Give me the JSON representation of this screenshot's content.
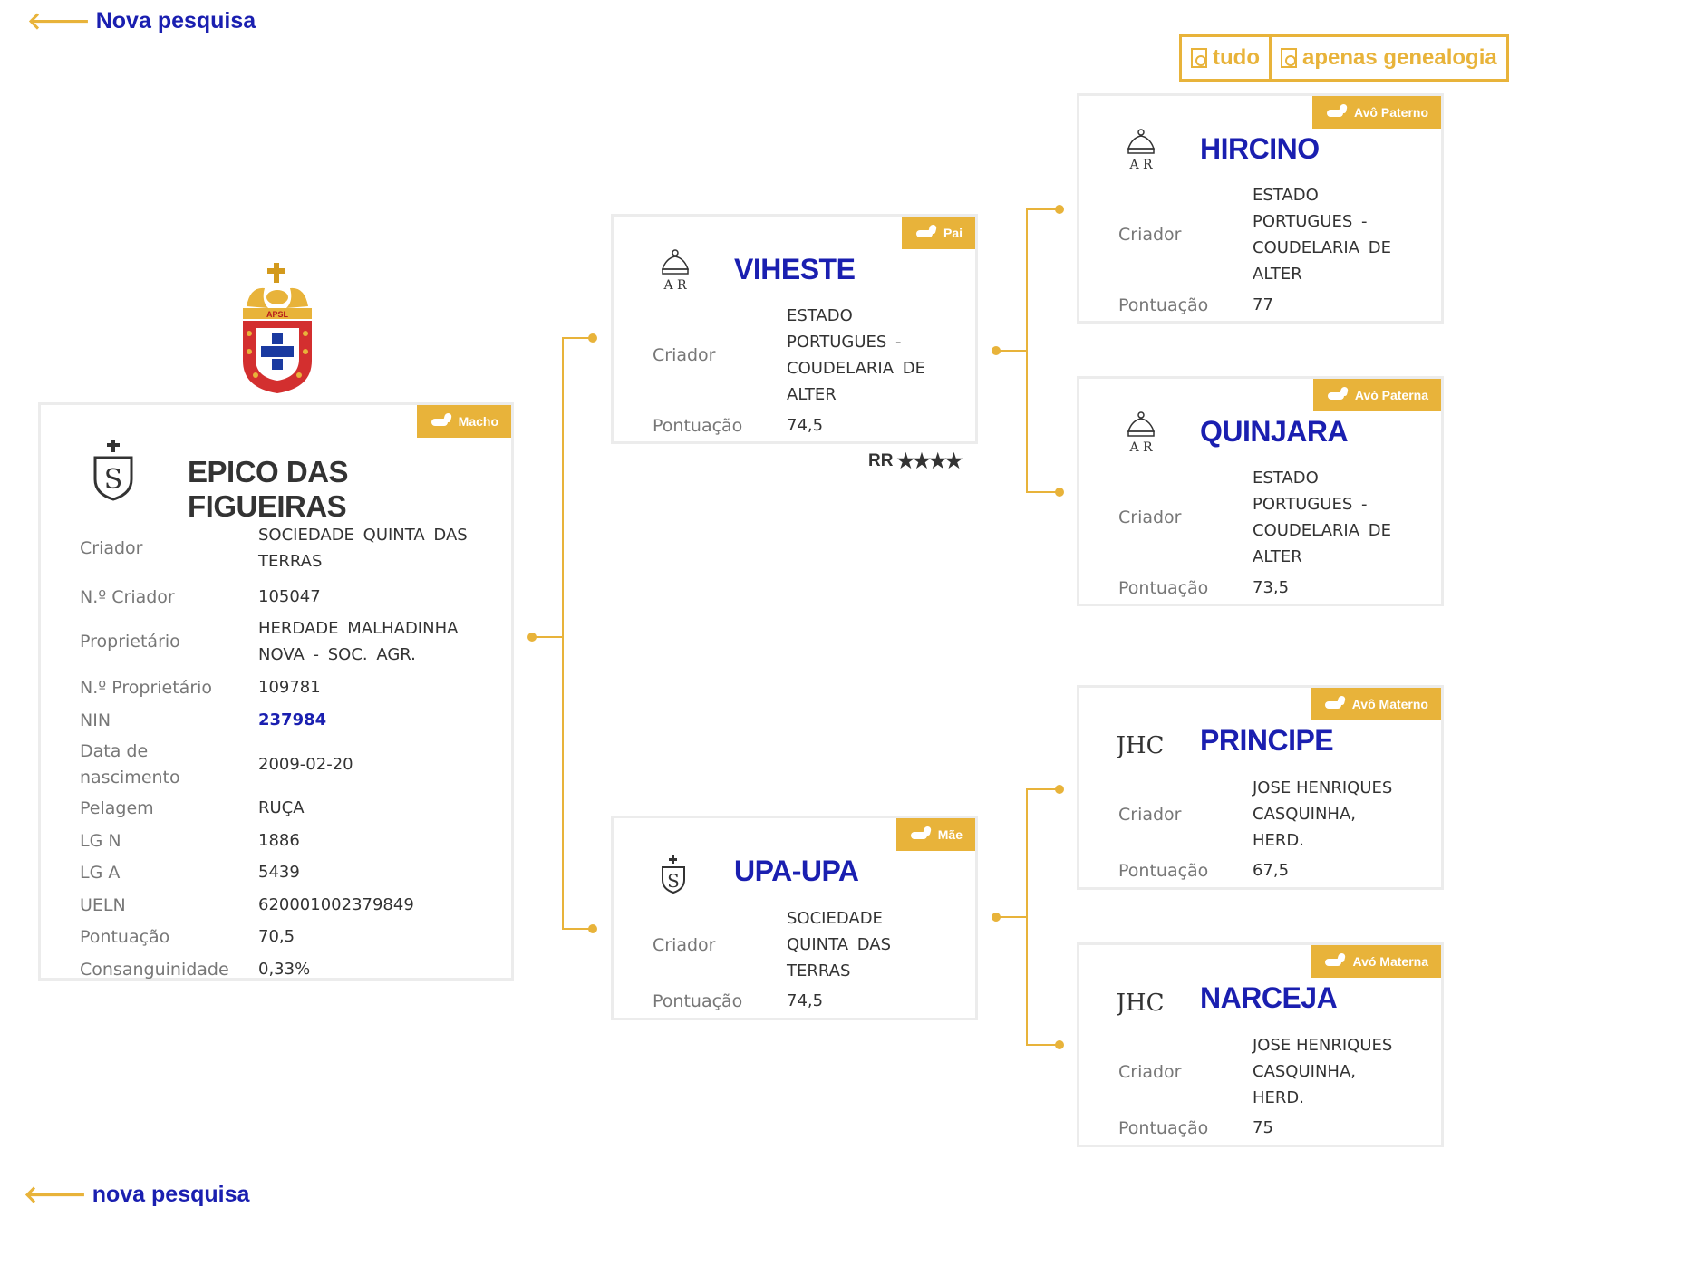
{
  "nav": {
    "top_link": "Nova pesquisa",
    "bottom_link": "nova pesquisa"
  },
  "pdf": {
    "all_label": "tudo",
    "genealogy_label": "apenas genealogia"
  },
  "logo": {
    "text": "APSL"
  },
  "colors": {
    "accent": "#e8b33a",
    "link": "#1a1fb0",
    "text": "#333333",
    "label": "#777777"
  },
  "subject": {
    "badge": "Macho",
    "name": "EPICO DAS FIGUEIRAS",
    "brand_icon": "s-shield-brand-icon",
    "fields": [
      {
        "label": "Criador",
        "value": "SOCIEDADE  QUINTA  DAS TERRAS"
      },
      {
        "label": "N.º Criador",
        "value": "105047"
      },
      {
        "label": "Proprietário",
        "value": "HERDADE  MALHADINHA NOVA - SOC. AGR."
      },
      {
        "label": "N.º Proprietário",
        "value": "109781"
      },
      {
        "label": "NIN",
        "value": "237984"
      },
      {
        "label": "Data de nascimento",
        "value": "2009-02-20"
      },
      {
        "label": "Pelagem",
        "value": "RUÇA"
      },
      {
        "label": "LG N",
        "value": "1886"
      },
      {
        "label": "LG A",
        "value": "5439"
      },
      {
        "label": "UELN",
        "value": "620001002379849"
      },
      {
        "label": "Pontuação",
        "value": "70,5"
      },
      {
        "label": "Consanguinidade",
        "value": "0,33%"
      }
    ]
  },
  "father": {
    "badge": "Pai",
    "name": "VIHESTE",
    "brand_icon": "crown-ar-brand-icon",
    "breeder_label": "Criador",
    "breeder": "ESTADO PORTUGUES - COUDELARIA DE ALTER",
    "score_label": "Pontuação",
    "score": "74,5",
    "rating_label": "RR",
    "rating_stars": 4
  },
  "mother": {
    "badge": "Mãe",
    "name": "UPA-UPA",
    "brand_icon": "s-brand-icon",
    "breeder_label": "Criador",
    "breeder": "SOCIEDADE QUINTA DAS TERRAS",
    "score_label": "Pontuação",
    "score": "74,5"
  },
  "paternal_grandfather": {
    "badge": "Avô Paterno",
    "name": "HIRCINO",
    "brand_icon": "crown-ar-brand-icon",
    "breeder_label": "Criador",
    "breeder": "ESTADO PORTUGUES - COUDELARIA DE ALTER",
    "score_label": "Pontuação",
    "score": "77"
  },
  "paternal_grandmother": {
    "badge": "Avó Paterna",
    "name": "QUINJARA",
    "brand_icon": "crown-ar-brand-icon",
    "breeder_label": "Criador",
    "breeder": "ESTADO PORTUGUES - COUDELARIA DE ALTER",
    "score_label": "Pontuação",
    "score": "73,5"
  },
  "maternal_grandfather": {
    "badge": "Avô Materno",
    "name": "PRINCIPE",
    "brand_icon": "jhc-brand-icon",
    "breeder_label": "Criador",
    "breeder": "JOSE HENRIQUES CASQUINHA, HERD.",
    "score_label": "Pontuação",
    "score": "67,5"
  },
  "maternal_grandmother": {
    "badge": "Avó Materna",
    "name": "NARCEJA",
    "brand_icon": "jhc-brand-icon",
    "breeder_label": "Criador",
    "breeder": "JOSE HENRIQUES CASQUINHA, HERD.",
    "score_label": "Pontuação",
    "score": "75"
  }
}
